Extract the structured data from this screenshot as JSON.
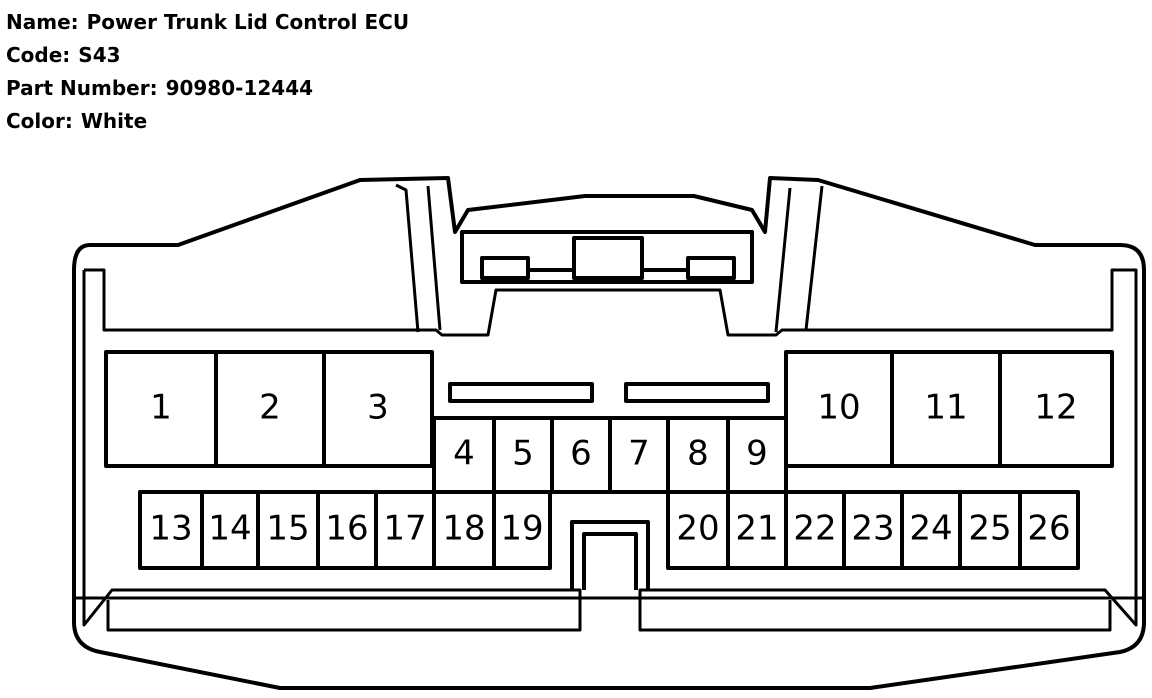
{
  "connector": {
    "name_label": "Name:",
    "name": "Power Trunk Lid Control ECU",
    "code_label": "Code:",
    "code": "S43",
    "part_label": "Part Number:",
    "part_number": "90980-12444",
    "color_label": "Color:",
    "color": "White"
  },
  "pins": [
    {
      "num": "1"
    },
    {
      "num": "2"
    },
    {
      "num": "3"
    },
    {
      "num": "4"
    },
    {
      "num": "5"
    },
    {
      "num": "6"
    },
    {
      "num": "7"
    },
    {
      "num": "8"
    },
    {
      "num": "9"
    },
    {
      "num": "10"
    },
    {
      "num": "11"
    },
    {
      "num": "12"
    },
    {
      "num": "13"
    },
    {
      "num": "14"
    },
    {
      "num": "15"
    },
    {
      "num": "16"
    },
    {
      "num": "17"
    },
    {
      "num": "18"
    },
    {
      "num": "19"
    },
    {
      "num": "20"
    },
    {
      "num": "21"
    },
    {
      "num": "22"
    },
    {
      "num": "23"
    },
    {
      "num": "24"
    },
    {
      "num": "25"
    },
    {
      "num": "26"
    }
  ],
  "colors": {
    "line": "#000000",
    "background": "#ffffff"
  }
}
